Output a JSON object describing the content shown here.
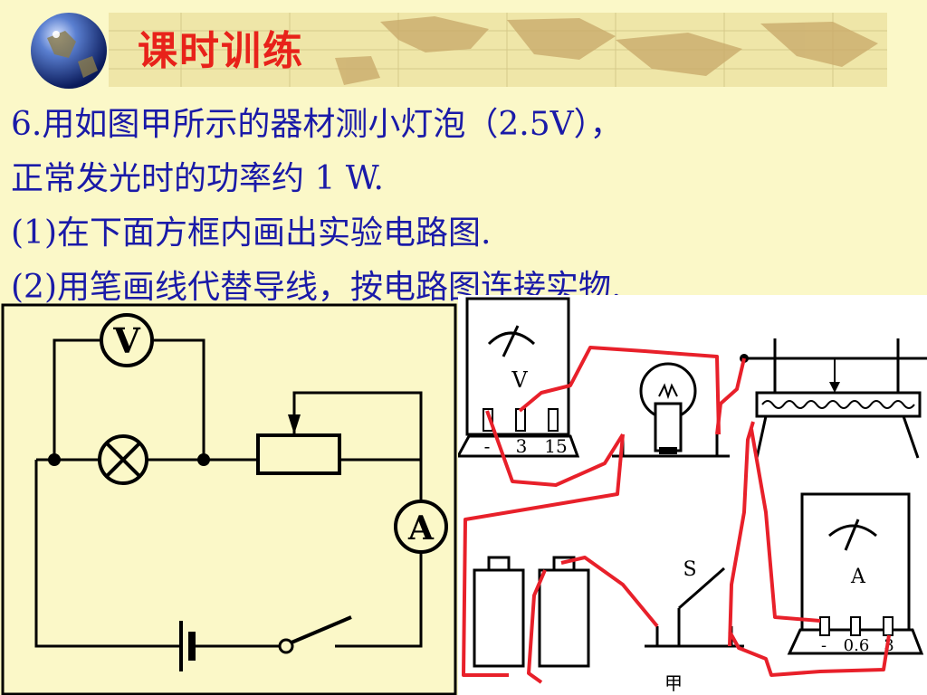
{
  "header": {
    "title": "课时训练"
  },
  "question": {
    "line1": "6.用如图甲所示的器材测小灯泡（2.5V），",
    "line2": "正常发光时的功率约 1 W.",
    "line3": "(1)在下面方框内画出实验电路图.",
    "line4": "(2)用笔画线代替导线，按电路图连接实物."
  },
  "schematic": {
    "voltmeter_symbol": "V",
    "ammeter_symbol": "A"
  },
  "apparatus": {
    "voltmeter_symbol": "V",
    "voltmeter_terminals": [
      "-",
      "3",
      "15"
    ],
    "ammeter_symbol": "A",
    "ammeter_terminals": [
      "-",
      "0.6",
      "3"
    ],
    "switch_label": "S",
    "figure_label": "甲"
  },
  "colors": {
    "title": "#e8221a",
    "question_text": "#1a1aa8",
    "wire": "#e8202a",
    "background": "#fbf8c8"
  }
}
